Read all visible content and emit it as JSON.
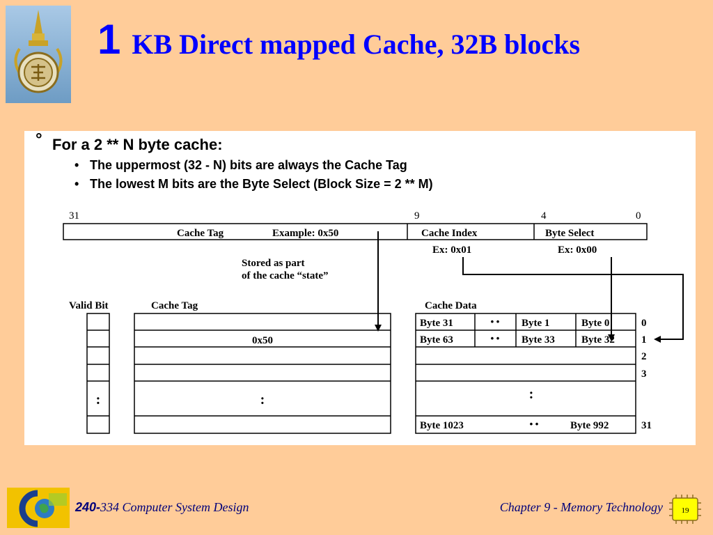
{
  "slide": {
    "title_number": "1",
    "title_text": "KB Direct mapped Cache, 32B blocks",
    "bullet_main": "For a 2 ** N byte cache:",
    "sub_bullets": [
      "The uppermost (32 - N) bits are always the Cache Tag",
      "The lowest M bits are the Byte Select (Block Size = 2 ** M)"
    ],
    "bullet_marker": "°",
    "sub_marker": "•"
  },
  "address": {
    "bit_31": "31",
    "bit_9": "9",
    "bit_4": "4",
    "bit_0": "0",
    "cache_tag_label": "Cache Tag",
    "tag_example": "Example: 0x50",
    "index_label": "Cache Index",
    "byte_select_label": "Byte Select",
    "index_example": "Ex: 0x01",
    "byte_example": "Ex: 0x00",
    "stored_note_1": "Stored as part",
    "stored_note_2": "of the cache “state”"
  },
  "cache": {
    "valid_header": "Valid Bit",
    "tag_header": "Cache Tag",
    "data_header": "Cache Data",
    "row1_tag": "0x50",
    "row0": {
      "a": "Byte 31",
      "dots": "• •",
      "b": "Byte 1",
      "c": "Byte 0"
    },
    "row1": {
      "a": "Byte 63",
      "dots": "• •",
      "b": "Byte 33",
      "c": "Byte 32"
    },
    "last": {
      "a": "Byte 1023",
      "dots": "• •",
      "c": "Byte 992"
    },
    "row_numbers": [
      "0",
      "1",
      "2",
      "3",
      "31"
    ],
    "vdots": ":"
  },
  "footer": {
    "course_num": "240-",
    "course_rest": "334 Computer System Design",
    "chapter": "Chapter 9 - Memory Technology",
    "page": "19"
  },
  "colors": {
    "background": "#FFCC99",
    "title": "#0000FF",
    "footer_text": "#00007A",
    "page_box": "#FFFF00"
  }
}
